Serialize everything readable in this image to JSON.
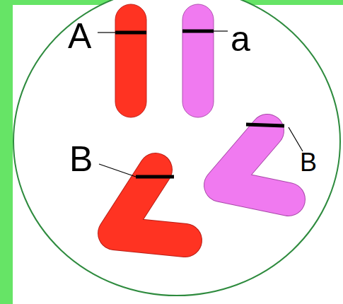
{
  "diagram": {
    "labels": [
      "A",
      "a",
      "B",
      "B"
    ]
  }
}
